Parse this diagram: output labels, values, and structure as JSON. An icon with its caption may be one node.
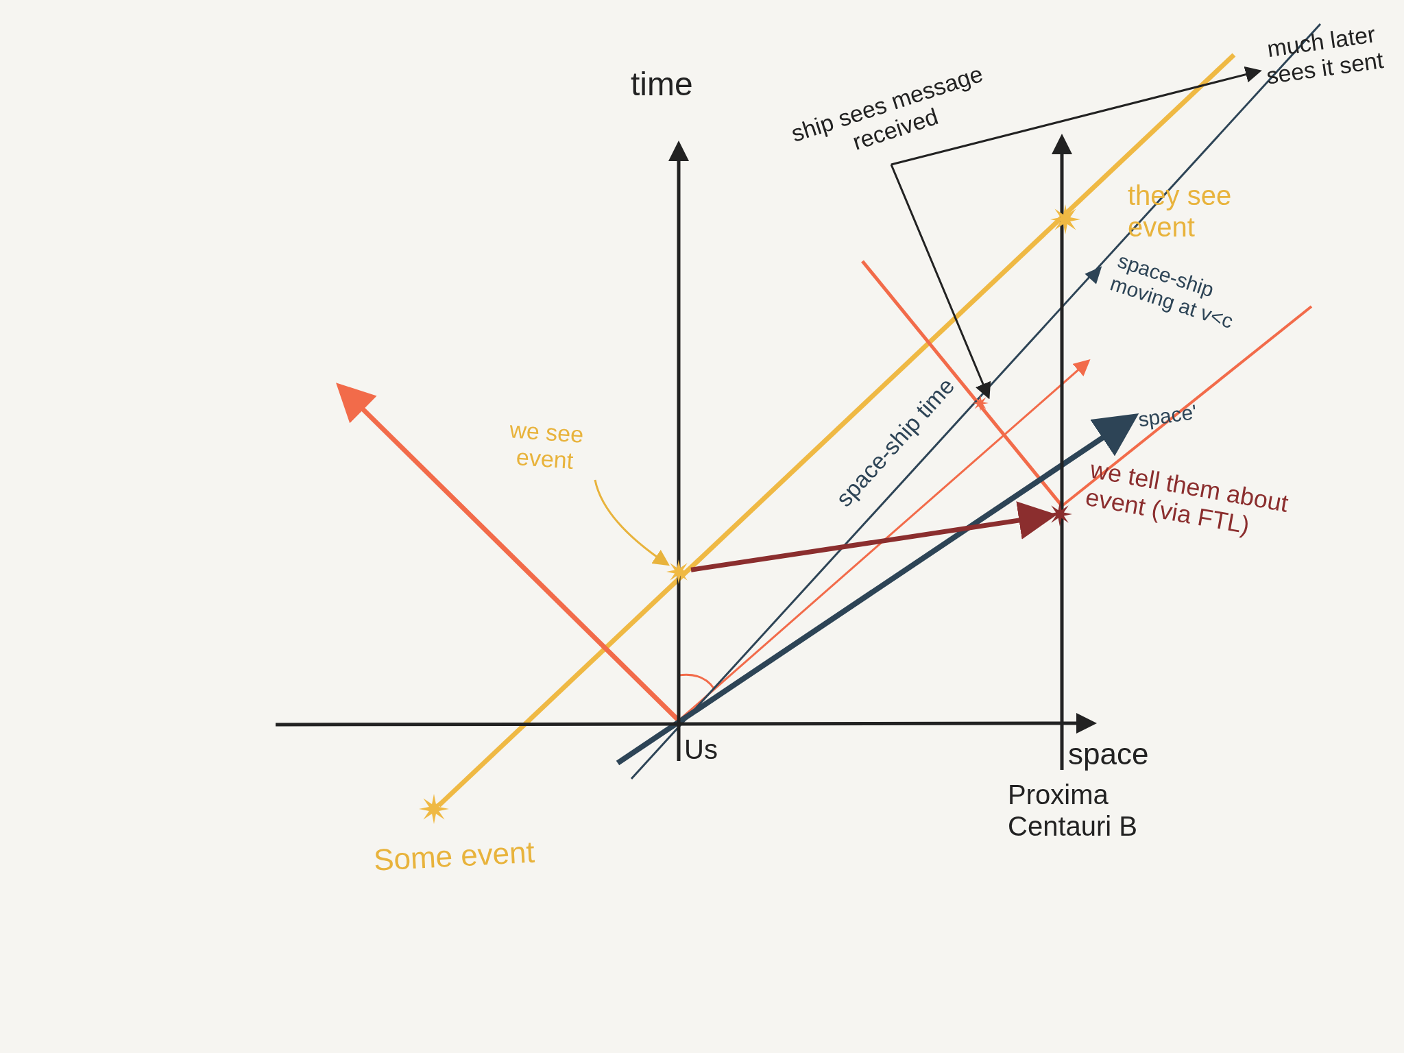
{
  "diagram": {
    "nodes": [
      {
        "text": [
          "we see event"
        ]
      },
      {
        "text": [],
        "shape": "star"
      },
      {
        "text": [],
        "shape": "star"
      },
      {
        "text": [
          "ship sees message received"
        ]
      },
      {
        "text": [
          "much later sees it sent"
        ]
      }
    ],
    "edges": [
      {
        "from": 0,
        "to": 1,
        "arrow": "to",
        "color": "#e8b33c"
      },
      {
        "from": 1,
        "to": 2,
        "arrow": "to",
        "style": "thick",
        "color": "#8b2e2e"
      },
      {
        "from": 3,
        "to": null,
        "arrow": "to",
        "color": "#222222"
      },
      {
        "from": 3,
        "to": 4,
        "arrow": "to",
        "color": "#222222"
      }
    ],
    "labels": [
      "time",
      "space-ship moving at v<c",
      "they see event",
      "space-ship time",
      "space'",
      "we tell them about event (via FTL)",
      "Us",
      "space",
      "Proxima Centauri B",
      "Some event"
    ]
  }
}
